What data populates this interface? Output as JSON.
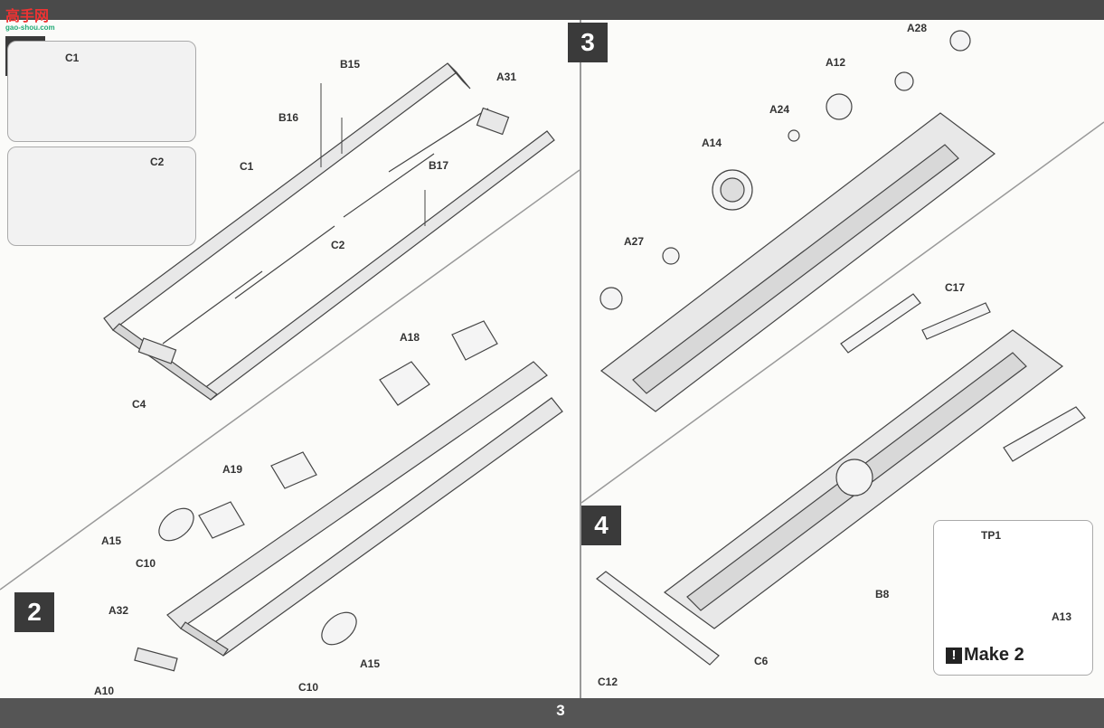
{
  "header": {
    "watermark": "高手网",
    "watermark_sub": "gao-shou.com"
  },
  "footer": {
    "page_number": "3"
  },
  "steps": [
    "1",
    "2",
    "3",
    "4"
  ],
  "step1": {
    "labels": [
      "C1",
      "C2",
      "C1",
      "C2",
      "B15",
      "B16",
      "B17",
      "A31",
      "C4"
    ]
  },
  "step2": {
    "labels": [
      "A18",
      "A19",
      "A15",
      "C10",
      "A32",
      "A10",
      "C10",
      "A15"
    ]
  },
  "step3": {
    "labels": [
      "A28",
      "A12",
      "A24",
      "A14",
      "A27",
      "C17"
    ]
  },
  "step4": {
    "labels": [
      "B8",
      "C6",
      "C12",
      "TP1",
      "A13"
    ],
    "make_note": "Make 2"
  }
}
